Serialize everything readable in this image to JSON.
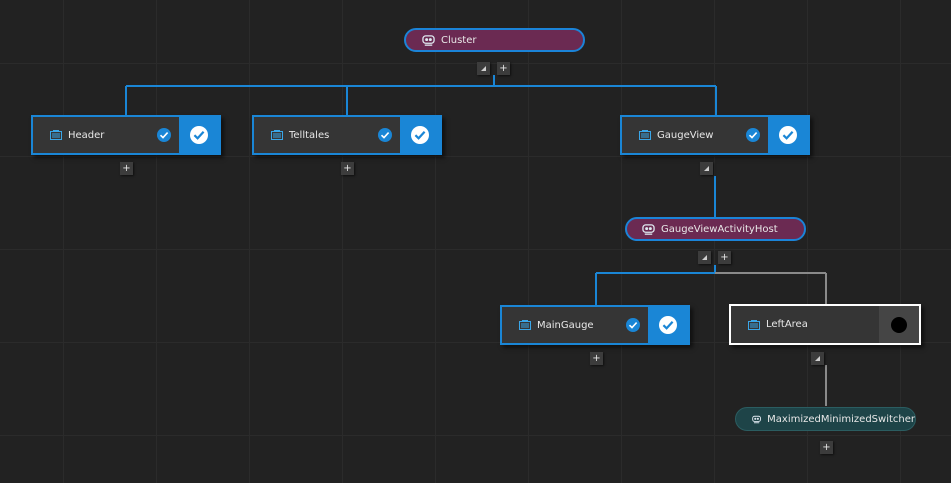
{
  "colors": {
    "background": "#222222",
    "accent": "#1a86d6",
    "activity_fill": "#6b2a52",
    "switcher_fill": "#1e4448",
    "node_fill": "#353535",
    "connector_inactive": "#8a8a8a"
  },
  "nodes": {
    "cluster": {
      "label": "Cluster",
      "icon": "activity-icon"
    },
    "header": {
      "label": "Header",
      "icon": "screen-icon",
      "status": "checked"
    },
    "telltales": {
      "label": "Telltales",
      "icon": "screen-icon",
      "status": "checked"
    },
    "gaugeview": {
      "label": "GaugeView",
      "icon": "screen-icon",
      "status": "checked"
    },
    "gaugeview_activity_host": {
      "label": "GaugeViewActivityHost",
      "icon": "activity-icon"
    },
    "maingauge": {
      "label": "MainGauge",
      "icon": "screen-icon",
      "status": "checked"
    },
    "leftarea": {
      "label": "LeftArea",
      "icon": "screen-icon",
      "status": "unchecked",
      "selected": true
    },
    "maximized_minimized_switcher": {
      "label": "MaximizedMinimizedSwitcher",
      "icon": "switcher-icon"
    }
  },
  "controls": {
    "expand_label": "+",
    "collapse_icon": "collapse-triangle-icon"
  }
}
